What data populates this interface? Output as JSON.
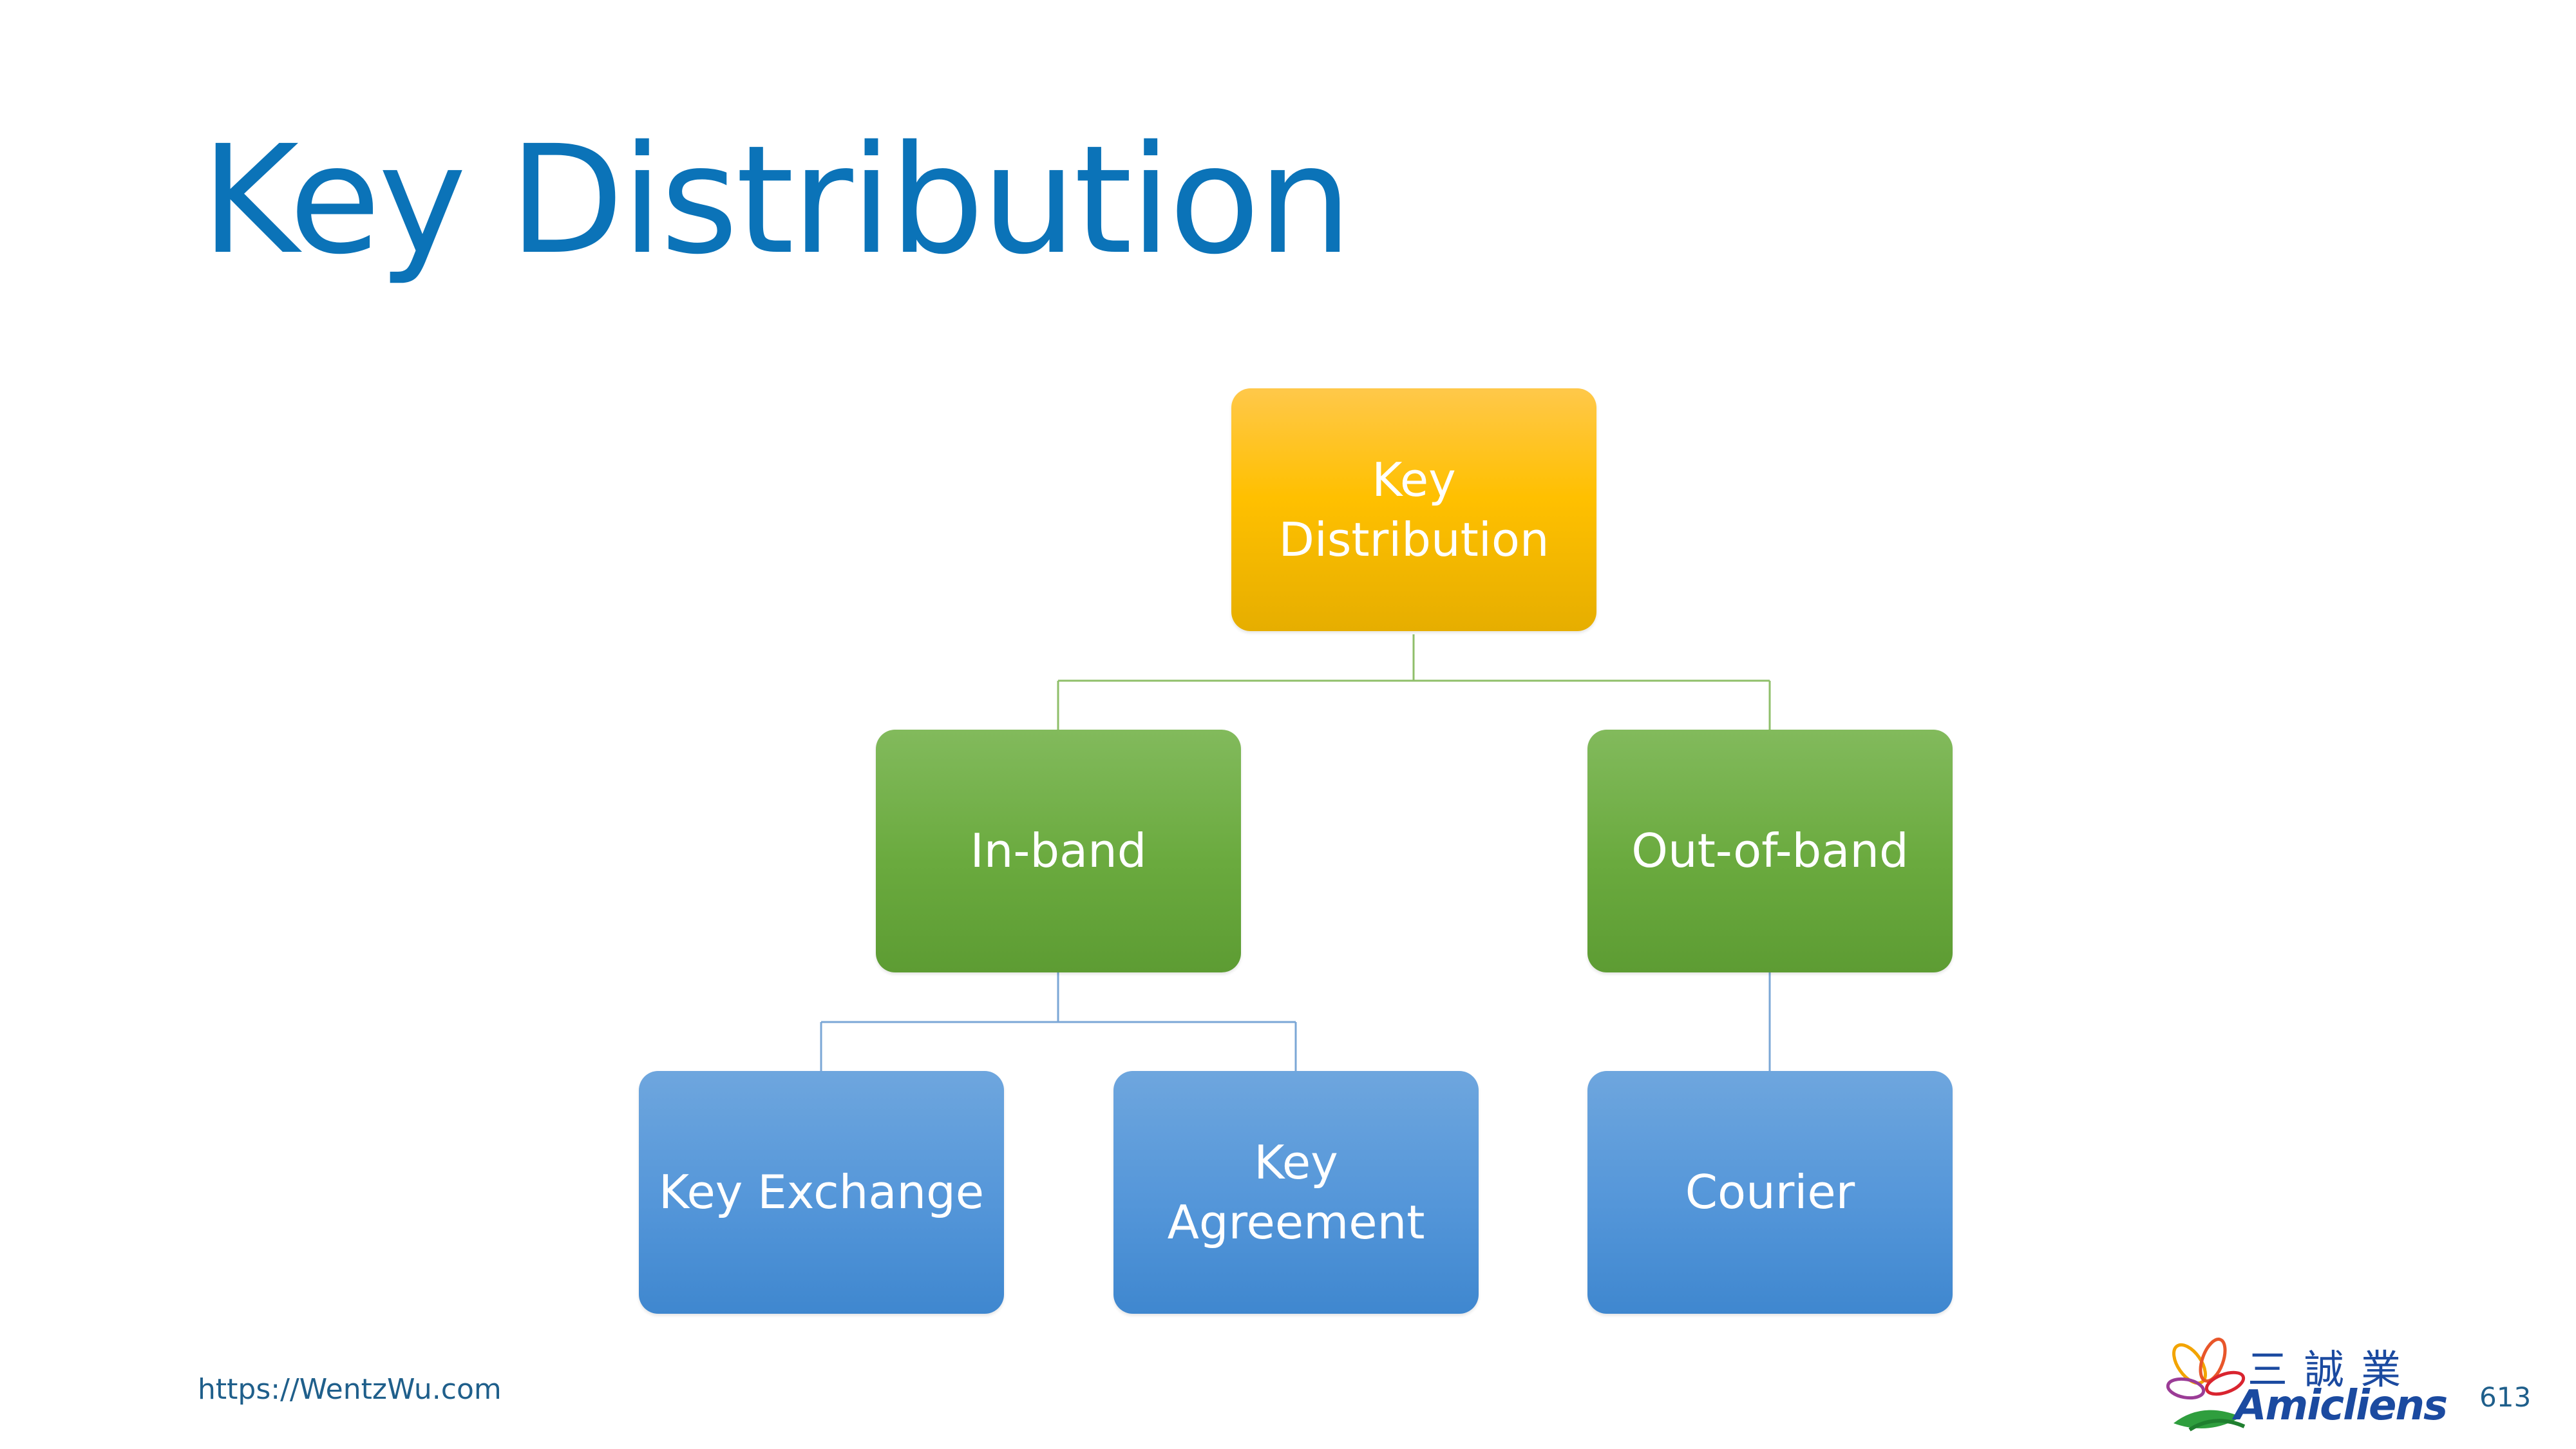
{
  "slide": {
    "title": "Key Distribution",
    "footer_url": "https://WentzWu.com",
    "page_number": "613"
  },
  "diagram": {
    "root": {
      "line1": "Key",
      "line2": "Distribution",
      "color": "#ffc000"
    },
    "inband": {
      "label": "In-band",
      "color": "#6aaa3e"
    },
    "outofband": {
      "label": "Out-of-band",
      "color": "#6aaa3e"
    },
    "key_exchange": {
      "label": "Key Exchange",
      "color": "#5496d9"
    },
    "key_agreement": {
      "line1": "Key",
      "line2": "Agreement",
      "color": "#5496d9"
    },
    "courier": {
      "label": "Courier",
      "color": "#5496d9"
    }
  },
  "logo": {
    "chinese": "三誠業",
    "latin": "Amicliens",
    "icon": "flower-logo-icon"
  },
  "colors": {
    "title": "#0b73b8",
    "connector_green": "#8fbf6a",
    "connector_blue": "#7ba7d6"
  }
}
